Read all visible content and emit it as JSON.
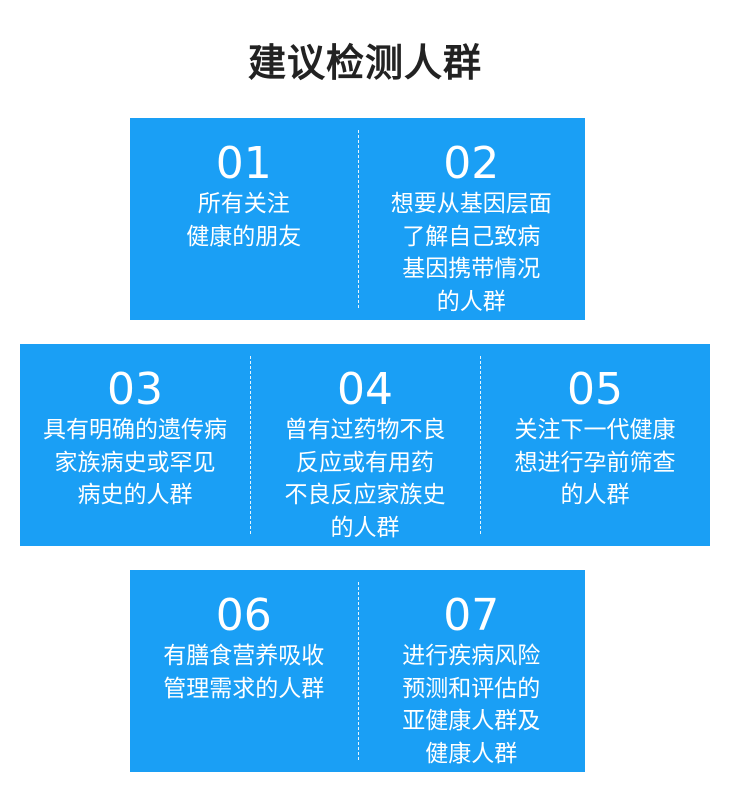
{
  "title": "建议检测人群",
  "groups": [
    {
      "num": "01",
      "text": "所有关注\n健康的朋友"
    },
    {
      "num": "02",
      "text": "想要从基因层面\n了解自己致病\n基因携带情况\n的人群"
    },
    {
      "num": "03",
      "text": "具有明确的遗传病\n家族病史或罕见\n病史的人群"
    },
    {
      "num": "04",
      "text": "曾有过药物不良\n反应或有用药\n不良反应家族史\n的人群"
    },
    {
      "num": "05",
      "text": "关注下一代健康\n想进行孕前筛查\n的人群"
    },
    {
      "num": "06",
      "text": "有膳食营养吸收\n管理需求的人群"
    },
    {
      "num": "07",
      "text": "进行疾病风险\n预测和评估的\n亚健康人群及\n健康人群"
    }
  ]
}
